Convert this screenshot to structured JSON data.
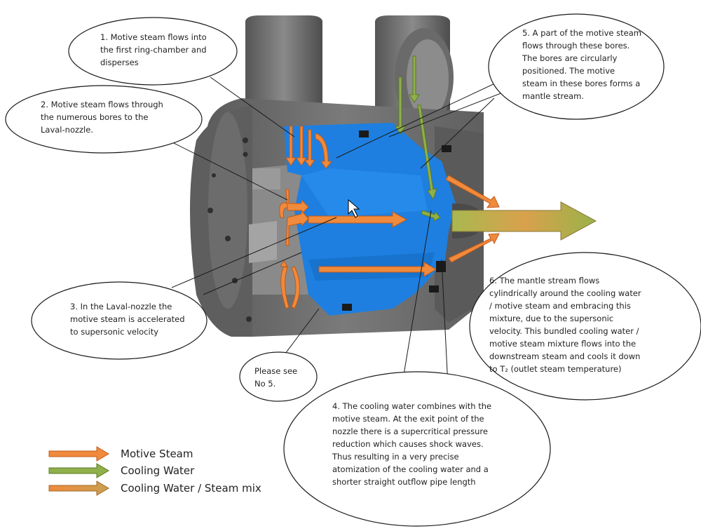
{
  "callouts": [
    {
      "id": "c1",
      "lines": [
        "1. Motive steam flows into",
        "the first ring-chamber and",
        "disperses"
      ]
    },
    {
      "id": "c2",
      "lines": [
        "2. Motive steam flows through",
        "the numerous bores to the",
        "Laval-nozzle."
      ]
    },
    {
      "id": "c3",
      "lines": [
        "3. In the Laval-nozzle  the",
        "motive steam is accelerated",
        "to supersonic velocity"
      ]
    },
    {
      "id": "c5",
      "lines": [
        "5. A part of the motive steam",
        "flows through these bores.",
        "The bores are circularly",
        "positioned. The motive",
        "steam in these bores forms a",
        "mantle stream."
      ]
    },
    {
      "id": "c6",
      "lines": [
        "6. The mantle stream  flows",
        "cylindrically around the cooling water",
        "/ motive steam and embracing this",
        "mixture, due to the supersonic",
        "velocity. This bundled cooling water /",
        "motive steam mixture flows into the",
        "downstream steam  and cools it down",
        "to T₂ (outlet steam temperature)"
      ]
    },
    {
      "id": "cs",
      "lines": [
        "Please see",
        "No 5."
      ]
    },
    {
      "id": "c4",
      "lines": [
        "4. The cooling water combines with the",
        "motive steam. At the exit point of the",
        "nozzle there is a  supercritical pressure",
        "reduction which causes shock waves.",
        "Thus resulting in a very precise",
        "atomization of the cooling water and a",
        "shorter straight outflow pipe length"
      ]
    }
  ],
  "legend": [
    {
      "label": "Motive Steam",
      "color": "#f08a3c",
      "icon": "orange-arrow-icon"
    },
    {
      "label": "Cooling Water",
      "color": "#8fb04a",
      "icon": "green-arrow-icon"
    },
    {
      "label": "Cooling Water / Steam mix",
      "color": "#e39a4a",
      "icon": "mix-arrow-icon"
    }
  ],
  "colors": {
    "housing": "#6d6d6d",
    "housing_dark": "#4a4a4a",
    "nozzle_blue": "#1e7fe0",
    "motive_steam": "#f08a3c",
    "cooling_water": "#8fb04a"
  }
}
